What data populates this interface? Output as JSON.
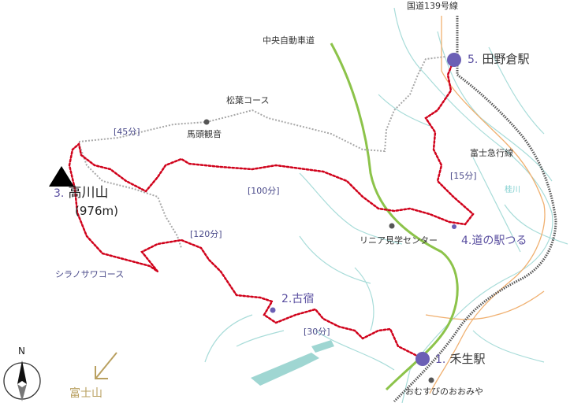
{
  "map": {
    "roads": {
      "route139": "国道139号線",
      "chuo_expressway": "中央自動車道",
      "fujikyu_line": "富士急行線"
    },
    "rivers": {
      "katsura": "桂川"
    },
    "trails": {
      "matsuba_course": "松葉コース",
      "shiranosawa_course": "シラノサワコース"
    },
    "pois": {
      "bato_kannon": "馬頭観音",
      "linear_center": "リニア見学センター",
      "omusubi": "おむすびのおおみや"
    },
    "times": {
      "t45": "[45分]",
      "t100": "[100分]",
      "t120": "[120分]",
      "t15": "[15分]",
      "t30": "[30分]"
    },
    "stops": {
      "s1_num": "1.",
      "s1_name": "禾生駅",
      "s2": "2.古宿",
      "s3_num": "3.",
      "s3_name": "高川山",
      "s3_elev": "(976m)",
      "s4": "4.道の駅つる",
      "s5_num": "5.",
      "s5_name": "田野倉駅"
    },
    "compass": {
      "north": "N",
      "fuji": "富士山"
    },
    "colors": {
      "route": "#d0021b",
      "expressway": "#8cc34a",
      "river": "#a8dcd9",
      "road_orange": "#f0b070",
      "station": "#6b5fb5",
      "trail_gray": "#a8a8a8"
    }
  }
}
